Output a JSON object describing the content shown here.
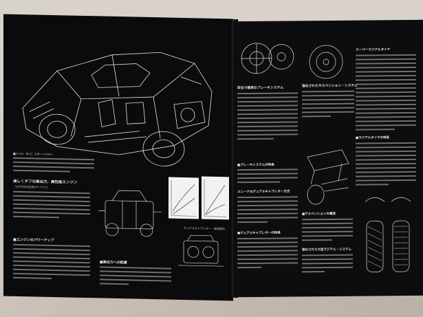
{
  "left_page": {
    "caption_body": "■スバル（ff-1）スポーツセダン",
    "section1_title": "逞しくタフな高出力、高性能エンジン",
    "section1_subtitle": "（水平対向4気筒4サイクル）",
    "section2_title": "■エンジンのパワーアップ",
    "engine_caption": "デュアルキャブレター・高性能化",
    "section3_title": "■高出力への配慮"
  },
  "right_page": {
    "col1_title": "安全で確実なブレーキシステム",
    "col1_sub1": "■ブレーキシステムの特長",
    "col1_sub2": "ユニークなデュアルキャブレター方式",
    "col1_sub3": "■デュアルキャブレターの特長",
    "col2_title": "強化されたサスペンション・システム",
    "col2_sub1": "■サスペンションの構造",
    "col2_sub2": "強化された大型ラジアル・システム",
    "col3_title": "スーパーラジアルタイヤ",
    "col3_sub1": "■ラジアルタイヤの特長"
  },
  "colors": {
    "page": "#0b0b0d",
    "ink": "#e9e9e9",
    "table": "#cdc5bb"
  }
}
